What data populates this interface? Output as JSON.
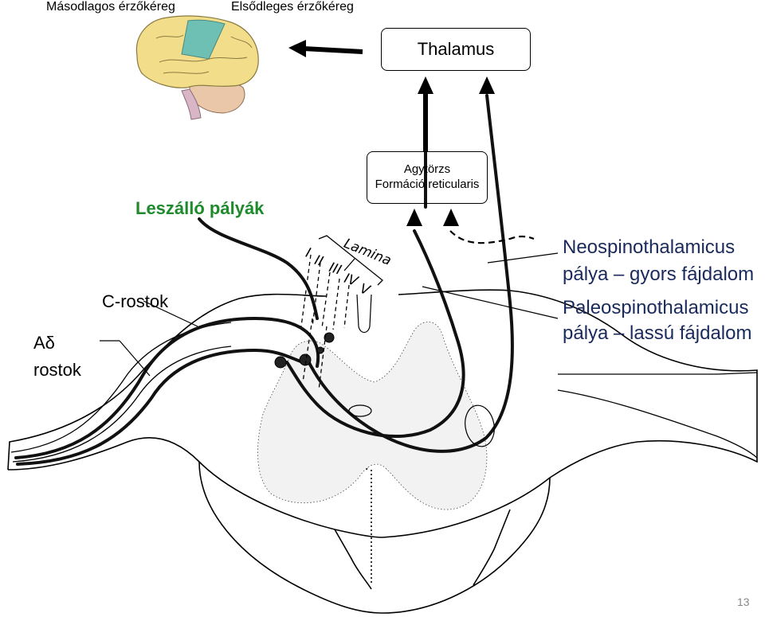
{
  "labels": {
    "secondary_cortex": "Másodlagos érzőkéreg",
    "primary_cortex": "Elsődleges érzőkéreg",
    "thalamus": "Thalamus",
    "brainstem_line1": "Agytörzs",
    "brainstem_line2": "Formáció reticularis",
    "descending": "Leszálló pályák",
    "c_fibers": "C-rostok",
    "adelta_line1": "Aδ",
    "adelta_line2": "rostok",
    "neo_line1": "Neospinothalamicus",
    "neo_line2": "pálya – gyors fájdalom",
    "paleo_line1": "Paleospinothalamicus",
    "paleo_line2": "pálya – lassú fájdalom",
    "lamina": "Lamina",
    "lamina_numbers": [
      "I",
      "II",
      "III",
      "IV",
      "V"
    ],
    "page_number": "13"
  },
  "colors": {
    "descending_label": "#1f8a2b",
    "pathway_labels": "#1a2a5c",
    "brain_lobes": "#f2dd8a",
    "primary_cortex": "#6fc0b4",
    "cerebellum": "#e9c7a8",
    "brainstem": "#d9b6c6"
  },
  "icons": [
    "brain-illustration",
    "left-arrow-icon",
    "up-arrow-icon",
    "up-triangle-icon"
  ]
}
